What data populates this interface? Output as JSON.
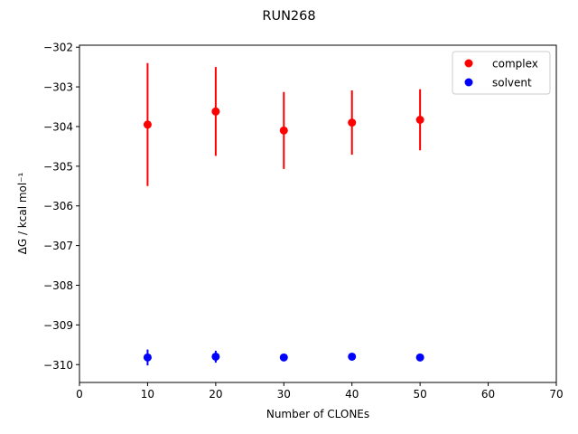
{
  "chart_data": {
    "type": "scatter",
    "title": "RUN268",
    "xlabel": "Number of CLONEs",
    "ylabel": "ΔG / kcal mol⁻¹",
    "xlim": [
      0,
      70
    ],
    "ylim": [
      -310.45,
      -301.95
    ],
    "xticks": [
      0,
      10,
      20,
      30,
      40,
      50,
      60,
      70
    ],
    "yticks": [
      -302,
      -303,
      -304,
      -305,
      -306,
      -307,
      -308,
      -309,
      -310
    ],
    "xtick_labels": [
      "0",
      "10",
      "20",
      "30",
      "40",
      "50",
      "60",
      "70"
    ],
    "ytick_labels": [
      "−302",
      "−303",
      "−304",
      "−305",
      "−306",
      "−307",
      "−308",
      "−309",
      "−310"
    ],
    "grid": false,
    "legend_position": "top-right",
    "series": [
      {
        "name": "complex",
        "color": "#ff0000",
        "points": [
          {
            "x": 10,
            "y": -303.95,
            "err": 1.55
          },
          {
            "x": 20,
            "y": -303.62,
            "err": 1.12
          },
          {
            "x": 30,
            "y": -304.1,
            "err": 0.97
          },
          {
            "x": 40,
            "y": -303.9,
            "err": 0.81
          },
          {
            "x": 50,
            "y": -303.83,
            "err": 0.77
          }
        ]
      },
      {
        "name": "solvent",
        "color": "#0000ff",
        "points": [
          {
            "x": 10,
            "y": -309.82,
            "err": 0.2
          },
          {
            "x": 20,
            "y": -309.8,
            "err": 0.15
          },
          {
            "x": 30,
            "y": -309.82,
            "err": 0.08
          },
          {
            "x": 40,
            "y": -309.8,
            "err": 0.06
          },
          {
            "x": 50,
            "y": -309.82,
            "err": 0.05
          }
        ]
      }
    ]
  }
}
